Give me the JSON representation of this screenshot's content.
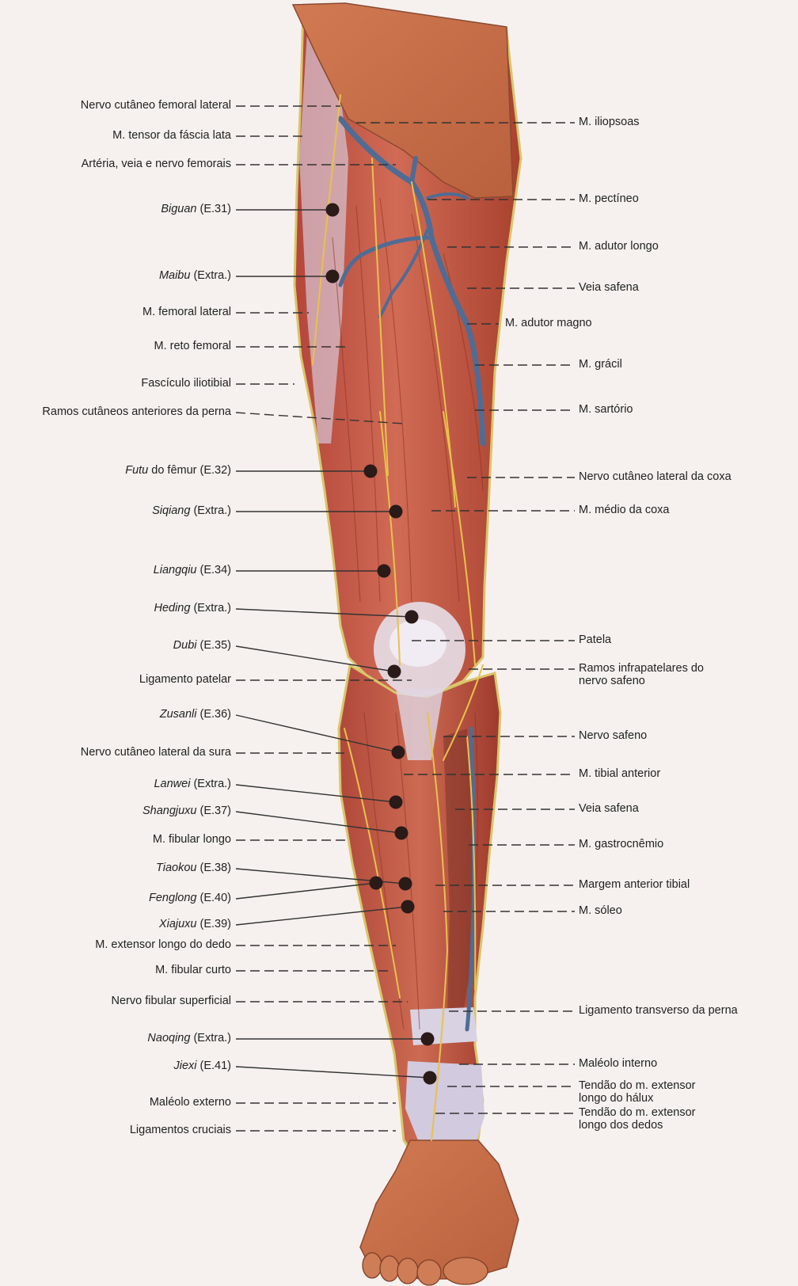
{
  "colors": {
    "background": "#f6f1ee",
    "skin": "#c9714a",
    "muscle": "#c0523f",
    "muscle_dark": "#9c3a2e",
    "nerve": "#e8c24a",
    "vein": "#4f6c94",
    "point": "#2a1a18",
    "fascia": "#d9d0dc"
  },
  "left_labels": [
    {
      "id": "nervo-cutaneo-femoral-lateral",
      "text": "Nervo cutâneo femoral lateral",
      "style": "dashed"
    },
    {
      "id": "tensor-fascia-lata",
      "text": "M. tensor da fáscia lata",
      "style": "dashed"
    },
    {
      "id": "arteria-veia-nervo-femorais",
      "text": "Artéria, veia e nervo femorais",
      "style": "dashed"
    },
    {
      "id": "biguan",
      "point": "Biguan",
      "code": "(E.31)",
      "style": "solid"
    },
    {
      "id": "maibu",
      "point": "Maibu",
      "code": "(Extra.)",
      "style": "solid"
    },
    {
      "id": "femoral-lateral",
      "text": "M. femoral lateral",
      "style": "dashed"
    },
    {
      "id": "reto-femoral",
      "text": "M. reto femoral",
      "style": "dashed"
    },
    {
      "id": "fasciculo-iliotibial",
      "text": "Fascículo iliotibial",
      "style": "dashed"
    },
    {
      "id": "ramos-cutaneos-anteriores",
      "text": "Ramos cutâneos anteriores da perna",
      "style": "dashed"
    },
    {
      "id": "futu",
      "point": "Futu",
      "code": "do fêmur (E.32)",
      "style": "solid"
    },
    {
      "id": "siqiang",
      "point": "Siqiang",
      "code": "(Extra.)",
      "style": "solid"
    },
    {
      "id": "liangqiu",
      "point": "Liangqiu",
      "code": "(E.34)",
      "style": "solid"
    },
    {
      "id": "heding",
      "point": "Heding",
      "code": "(Extra.)",
      "style": "solid"
    },
    {
      "id": "dubi",
      "point": "Dubi",
      "code": "(E.35)",
      "style": "solid"
    },
    {
      "id": "ligamento-patelar",
      "text": "Ligamento patelar",
      "style": "dashed"
    },
    {
      "id": "zusanli",
      "point": "Zusanli",
      "code": "(E.36)",
      "style": "solid"
    },
    {
      "id": "nervo-cutaneo-lateral-sura",
      "text": "Nervo cutâneo lateral da sura",
      "style": "dashed"
    },
    {
      "id": "lanwei",
      "point": "Lanwei",
      "code": "(Extra.)",
      "style": "solid"
    },
    {
      "id": "shangjuxu",
      "point": "Shangjuxu",
      "code": "(E.37)",
      "style": "solid"
    },
    {
      "id": "fibular-longo",
      "text": "M. fibular longo",
      "style": "dashed"
    },
    {
      "id": "tiaokou",
      "point": "Tiaokou",
      "code": "(E.38)",
      "style": "solid"
    },
    {
      "id": "fenglong",
      "point": "Fenglong",
      "code": "(E.40)",
      "style": "solid"
    },
    {
      "id": "xiajuxu",
      "point": "Xiajuxu",
      "code": "(E.39)",
      "style": "solid"
    },
    {
      "id": "extensor-longo-dedo",
      "text": "M. extensor longo do dedo",
      "style": "dashed"
    },
    {
      "id": "fibular-curto",
      "text": "M. fibular curto",
      "style": "dashed"
    },
    {
      "id": "nervo-fibular-superficial",
      "text": "Nervo fibular superficial",
      "style": "dashed"
    },
    {
      "id": "naoqing",
      "point": "Naoqing",
      "code": "(Extra.)",
      "style": "solid"
    },
    {
      "id": "jiexi",
      "point": "Jiexi",
      "code": "(E.41)",
      "style": "solid"
    },
    {
      "id": "maleolo-externo",
      "text": "Maléolo externo",
      "style": "dashed"
    },
    {
      "id": "ligamentos-cruciais",
      "text": "Ligamentos cruciais",
      "style": "dashed"
    }
  ],
  "right_labels": [
    {
      "id": "iliopsoas",
      "lines": [
        "M. iliopsoas"
      ]
    },
    {
      "id": "pectineo",
      "lines": [
        "M. pectíneo"
      ]
    },
    {
      "id": "adutor-longo",
      "lines": [
        "M. adutor longo"
      ]
    },
    {
      "id": "veia-safena-1",
      "lines": [
        "Veia safena"
      ]
    },
    {
      "id": "adutor-magno",
      "lines": [
        "M. adutor magno"
      ]
    },
    {
      "id": "gracil",
      "lines": [
        "M. grácil"
      ]
    },
    {
      "id": "sartorio",
      "lines": [
        "M. sartório"
      ]
    },
    {
      "id": "nervo-cutaneo-lateral-coxa",
      "lines": [
        "Nervo cutâneo lateral da coxa"
      ]
    },
    {
      "id": "medio-coxa",
      "lines": [
        "M. médio da coxa"
      ]
    },
    {
      "id": "patela",
      "lines": [
        "Patela"
      ]
    },
    {
      "id": "ramos-infrapatelares",
      "lines": [
        "Ramos infrapatelares do",
        "nervo safeno"
      ]
    },
    {
      "id": "nervo-safeno",
      "lines": [
        "Nervo safeno"
      ]
    },
    {
      "id": "tibial-anterior",
      "lines": [
        "M. tibial anterior"
      ]
    },
    {
      "id": "veia-safena-2",
      "lines": [
        "Veia safena"
      ]
    },
    {
      "id": "gastrocnemio",
      "lines": [
        "M. gastrocnêmio"
      ]
    },
    {
      "id": "margem-anterior-tibial",
      "lines": [
        "Margem anterior tibial"
      ]
    },
    {
      "id": "soleo",
      "lines": [
        "M. sóleo"
      ]
    },
    {
      "id": "ligamento-transverso",
      "lines": [
        "Ligamento transverso da perna"
      ]
    },
    {
      "id": "maleolo-interno",
      "lines": [
        "Maléolo interno"
      ]
    },
    {
      "id": "tendao-extensor-halux",
      "lines": [
        "Tendão do m. extensor",
        "longo do hálux"
      ]
    },
    {
      "id": "tendao-extensor-dedos",
      "lines": [
        "Tendão do m. extensor",
        "longo dos dedos"
      ]
    }
  ]
}
